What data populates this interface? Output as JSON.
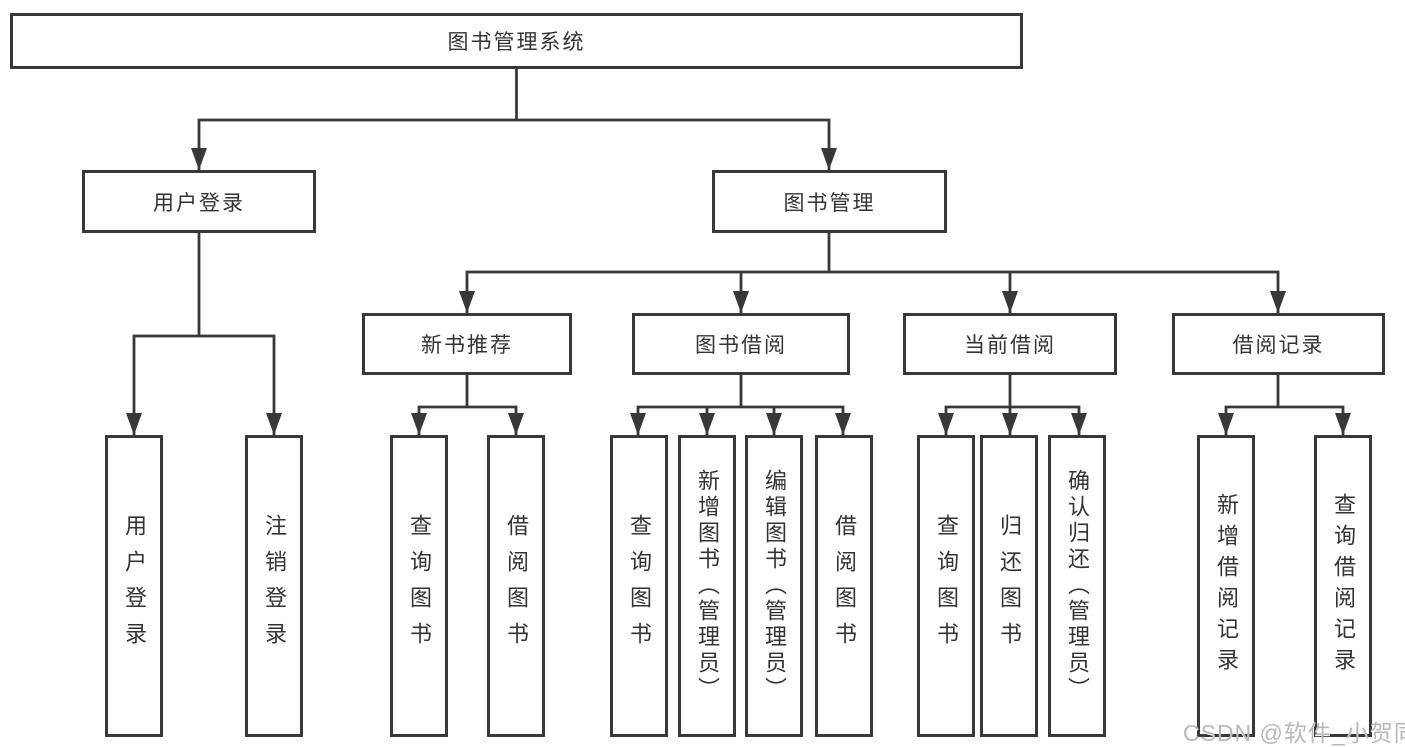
{
  "colors": {
    "line": "#383838",
    "node_border": "#383838",
    "text": "#333333",
    "watermark": "#b8b8b8",
    "background": "#ffffff"
  },
  "watermark": {
    "text": "CSDN @软件_小贺同学"
  },
  "tree": {
    "root": "图书管理系统",
    "branches": [
      {
        "label": "用户登录",
        "children": [
          "用户登录",
          "注销登录"
        ]
      },
      {
        "label": "图书管理",
        "children": [
          {
            "label": "新书推荐",
            "children": [
              "查询图书",
              "借阅图书"
            ]
          },
          {
            "label": "图书借阅",
            "children": [
              "查询图书",
              "新增图书（管理员）",
              "编辑图书（管理员）",
              "借阅图书"
            ]
          },
          {
            "label": "当前借阅",
            "children": [
              "查询图书",
              "归还图书",
              "确认归还（管理员）"
            ]
          },
          {
            "label": "借阅记录",
            "children": [
              "新增借阅记录",
              "查询借阅记录"
            ]
          }
        ]
      }
    ]
  }
}
